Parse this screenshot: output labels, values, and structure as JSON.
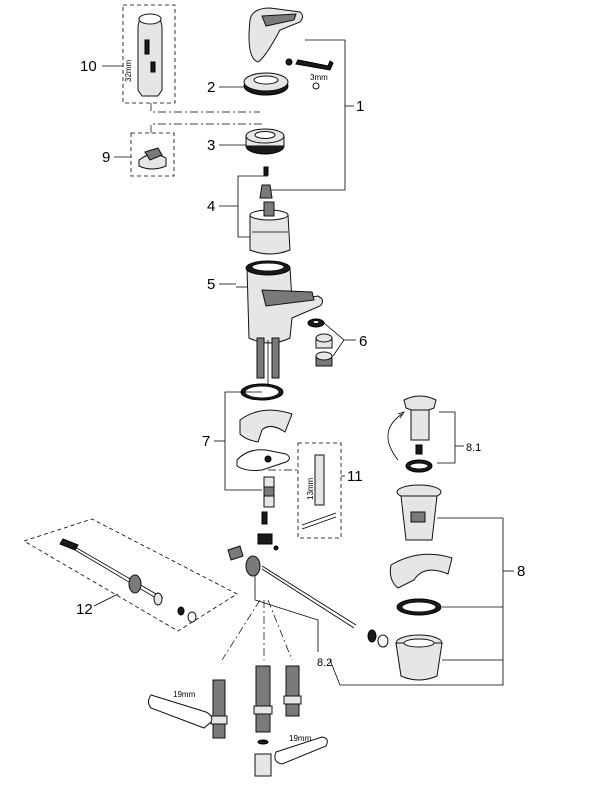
{
  "callouts": {
    "c1": "1",
    "c2": "2",
    "c3": "3",
    "c4": "4",
    "c5": "5",
    "c6": "6",
    "c7": "7",
    "c8": "8",
    "c8_1": "8.1",
    "c8_2": "8.2",
    "c9": "9",
    "c10": "10",
    "c11": "11",
    "c12": "12"
  },
  "dimensions": {
    "hex_key": "3mm",
    "socket_tool": "32mm",
    "cartridge_tool": "13mm",
    "wrench_left": "19mm",
    "wrench_right": "19mm"
  }
}
